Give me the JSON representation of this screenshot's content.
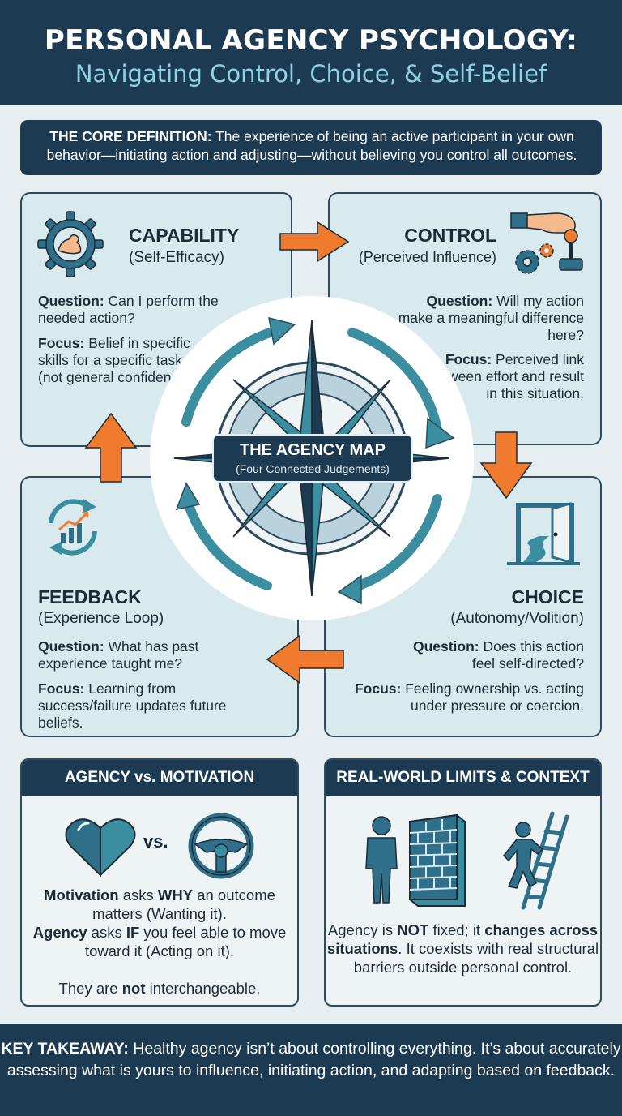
{
  "header": {
    "title": "PERSONAL AGENCY PSYCHOLOGY:",
    "subtitle": "Navigating Control, Choice, & Self-Belief"
  },
  "core": {
    "label": "THE CORE DEFINITION:",
    "text": " The experience of being an active participant in your own behavior—initiating action and adjusting—without believing you control all outcomes."
  },
  "map": {
    "title": "THE AGENCY MAP",
    "subtitle": "(Four Connected Judgements)"
  },
  "capability": {
    "title": "CAPABILITY",
    "subtitle": "(Self-Efficacy)",
    "question_label": "Question:",
    "question": " Can I perform the needed action?",
    "focus_label": "Focus:",
    "focus": " Belief in specific skills for a specific task (not general confidence).",
    "icon": "flexed-arm-gear-icon"
  },
  "control": {
    "title": "CONTROL",
    "subtitle": "(Perceived Influence)",
    "question_label": "Question:",
    "question": " Will my action make a meaningful difference here?",
    "focus_label": "Focus:",
    "focus": " Perceived link between effort and result in this situation.",
    "icon": "hand-lever-gears-icon"
  },
  "feedback": {
    "title": "FEEDBACK",
    "subtitle": "(Experience Loop)",
    "question_label": "Question:",
    "question": " What has past experience taught me?",
    "focus_label": "Focus:",
    "focus": " Learning from success/failure updates future beliefs.",
    "icon": "cycle-chart-icon"
  },
  "choice": {
    "title": "CHOICE",
    "subtitle": "(Autonomy/Volition)",
    "question_label": "Question:",
    "question": " Does this action feel self-directed?",
    "focus_label": "Focus:",
    "focus": " Feeling ownership vs. acting under pressure or coercion.",
    "icon": "open-door-path-icon"
  },
  "agency_vs_motivation": {
    "title": "AGENCY vs. MOTIVATION",
    "vs": "vs.",
    "motivation_word": "Motivation",
    "t1": " asks ",
    "why": "WHY",
    "t2": " an outcome matters (Wanting it).",
    "agency_word": "Agency",
    "t3": " asks ",
    "if_word": "IF",
    "t4": " you feel able to move toward it (Acting on it).",
    "closing_a": "They are ",
    "closing_not": "not",
    "closing_b": " interchangeable.",
    "icons": [
      "heart-icon",
      "steering-wheel-icon"
    ]
  },
  "limits": {
    "title": "REAL-WORLD LIMITS & CONTEXT",
    "t1": "Agency is ",
    "not": "NOT",
    "t2": " fixed; it ",
    "changes": "changes across situations",
    "t3": ". It coexists with real structural barriers outside personal control.",
    "icons": [
      "person-icon",
      "brick-wall-icon",
      "climber-ladder-icon"
    ]
  },
  "footer": {
    "label": "KEY TAKEAWAY:",
    "text": " Healthy agency isn’t about controlling everything. It’s about accurately assessing what is yours to influence, initiating action, and adapting based on feedback."
  },
  "colors": {
    "navy": "#1c3a52",
    "teal": "#3b8ea0",
    "panel": "#d9eaef",
    "orange": "#f07a2e",
    "accent_text": "#8fd3e2"
  }
}
